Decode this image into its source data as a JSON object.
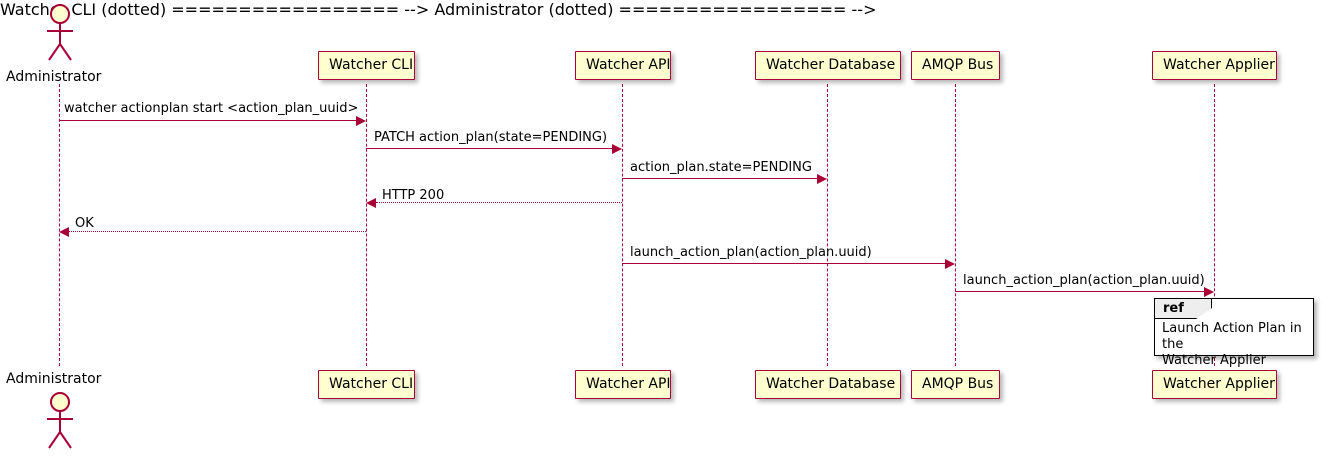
{
  "diagram": {
    "type": "uml-sequence-diagram",
    "title": "",
    "colors": {
      "participant_fill": "#FEFECE",
      "participant_border": "#A80036",
      "line": "#A80036",
      "text": "#000000",
      "ref_fill": "#FFFFFF",
      "ref_border": "#000000",
      "ref_tab_fill": "#EEEEEE",
      "background": "#FFFFFF"
    }
  },
  "actors": [
    {
      "name": "administrator",
      "label": "Administrator",
      "kind": "stick-figure"
    }
  ],
  "participants": [
    {
      "name": "watcher-cli",
      "label": "Watcher CLI"
    },
    {
      "name": "watcher-api",
      "label": "Watcher API"
    },
    {
      "name": "watcher-database",
      "label": "Watcher Database"
    },
    {
      "name": "amqp-bus",
      "label": "AMQP Bus"
    },
    {
      "name": "watcher-applier",
      "label": "Watcher Applier"
    }
  ],
  "messages": [
    {
      "name": "message-actionplan-start",
      "from": "Administrator",
      "to": "Watcher CLI",
      "label": "watcher actionplan start <action_plan_uuid>",
      "style": "solid",
      "direction": "right"
    },
    {
      "name": "message-patch-action-plan",
      "from": "Watcher CLI",
      "to": "Watcher API",
      "label": "PATCH action_plan(state=PENDING)",
      "style": "solid",
      "direction": "right"
    },
    {
      "name": "message-action-plan-state-pending",
      "from": "Watcher API",
      "to": "Watcher Database",
      "label": "action_plan.state=PENDING",
      "style": "solid",
      "direction": "right"
    },
    {
      "name": "message-http-200",
      "from": "Watcher API",
      "to": "Watcher CLI",
      "label": "HTTP 200",
      "style": "dotted",
      "direction": "left"
    },
    {
      "name": "message-ok",
      "from": "Watcher CLI",
      "to": "Administrator",
      "label": "OK",
      "style": "dotted",
      "direction": "left"
    },
    {
      "name": "message-launch-action-plan-bus",
      "from": "Watcher API",
      "to": "AMQP Bus",
      "label": "launch_action_plan(action_plan.uuid)",
      "style": "solid",
      "direction": "right"
    },
    {
      "name": "message-launch-action-plan-applier",
      "from": "AMQP Bus",
      "to": "Watcher Applier",
      "label": "launch_action_plan(action_plan.uuid)",
      "style": "solid",
      "direction": "right"
    }
  ],
  "ref_fragment": {
    "name": "ref-fragment",
    "keyword": "ref",
    "text": "Launch Action Plan in the\nWatcher Applier",
    "over": [
      "Watcher Applier"
    ]
  }
}
